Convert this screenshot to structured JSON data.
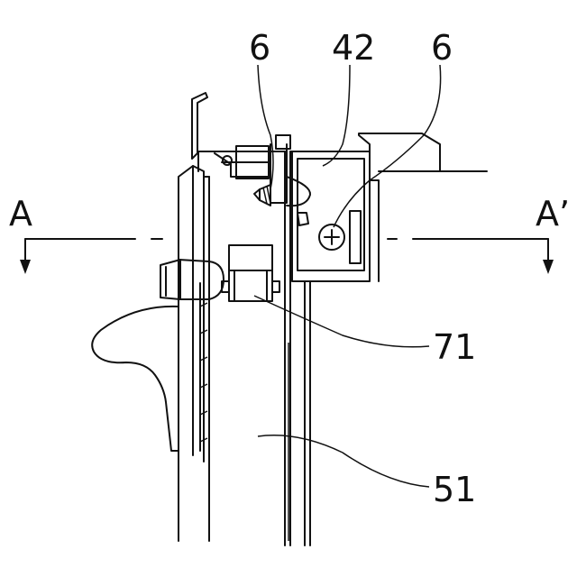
{
  "labels": {
    "ref_6_left": "6",
    "ref_42": "42",
    "ref_6_right": "6",
    "section_a": "A",
    "section_a_prime": "A’",
    "ref_71": "71",
    "ref_51": "51"
  },
  "colors": {
    "line": "#111111",
    "background": "#ffffff"
  }
}
